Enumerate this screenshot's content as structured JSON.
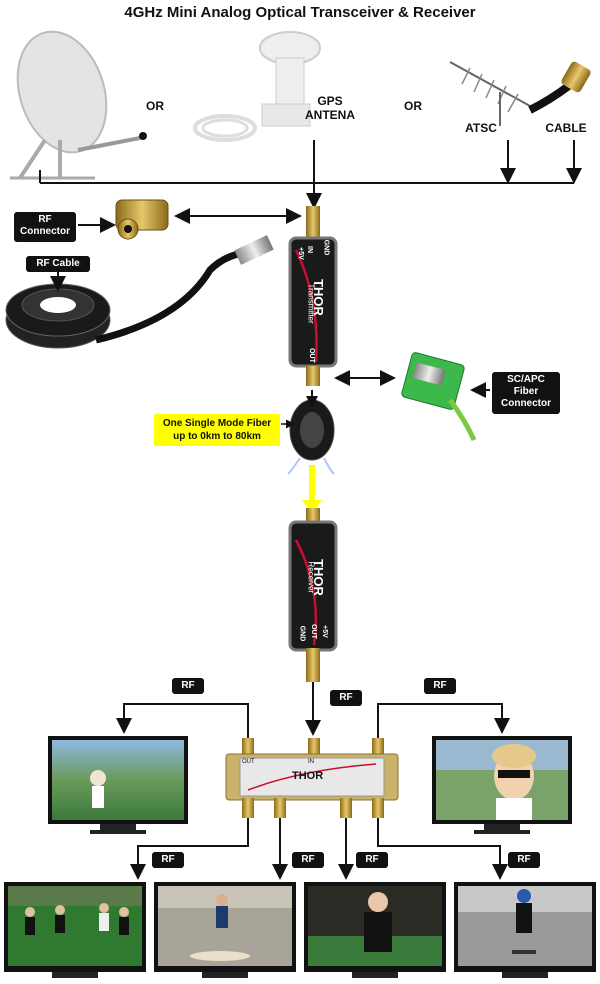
{
  "title": "4GHz Mini Analog Optical Transceiver & Receiver",
  "sources": {
    "or1": "OR",
    "gps_line1": "GPS",
    "gps_line2": "ANTENA",
    "or2": "OR",
    "atsc": "ATSC",
    "cable": "CABLE"
  },
  "callouts": {
    "rf_connector_line1": "RF",
    "rf_connector_line2": "Connector",
    "rf_cable": "RF Cable",
    "scapc_line1": "SC/APC",
    "scapc_line2": "Fiber",
    "scapc_line3": "Connector",
    "fiber_line1": "One Single Mode Fiber",
    "fiber_line2": "up to 0km to 80km"
  },
  "transmitter": {
    "name": "Transmitter",
    "brand": "THOR",
    "gnd": "GND",
    "power": "+5V",
    "in": "IN",
    "out": "OUT"
  },
  "receiver": {
    "name": "Receiver",
    "brand": "THOR",
    "gnd": "GND",
    "power": "+5V",
    "out": "OUT"
  },
  "splitter": {
    "brand": "THOR",
    "in": "IN",
    "out": "OUT"
  },
  "rf_labels": [
    "RF",
    "RF",
    "RF",
    "RF",
    "RF",
    "RF",
    "RF"
  ],
  "colors": {
    "fiber": "#ffff00",
    "device_red": "#c8102e",
    "connector_gold": "#b8902a",
    "fiber_green": "#7ac943"
  }
}
